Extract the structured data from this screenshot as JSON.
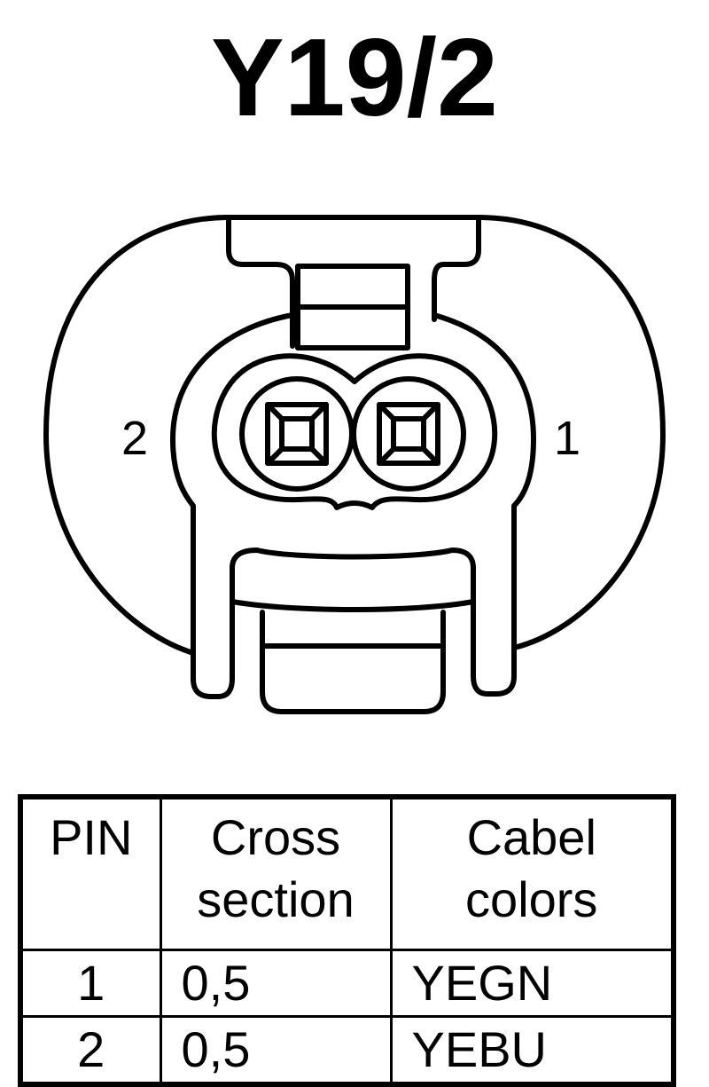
{
  "title": "Y19/2",
  "connector": {
    "pin_labels": {
      "left": "2",
      "right": "1"
    }
  },
  "table": {
    "headers": {
      "pin": "PIN",
      "cross_section": [
        "Cross",
        "section"
      ],
      "colors": [
        "Cabel",
        "colors"
      ]
    },
    "rows": [
      {
        "pin": "1",
        "cross_section": "0,5",
        "color": "YEGN"
      },
      {
        "pin": "2",
        "cross_section": "0,5",
        "color": "YEBU"
      }
    ]
  }
}
